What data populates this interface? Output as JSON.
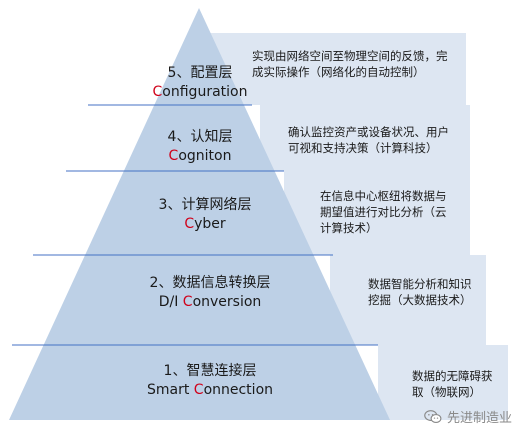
{
  "levels": [
    {
      "number": "5",
      "name_cn": "5、配置层",
      "name_en_first": "C",
      "name_en_rest": "onfiguration",
      "description": "实现由网络空间至物理空间的反馈，完成实际操作（网络化的自动控制）"
    },
    {
      "number": "4",
      "name_cn": "4、认知层",
      "name_en_first": "C",
      "name_en_rest": "ogniton",
      "description": "确认监控资产或设备状况、用户可视和支持决策（计算科技）"
    },
    {
      "number": "3",
      "name_cn": "3、计算网络层",
      "name_en_first": "C",
      "name_en_rest": "yber",
      "description": "在信息中心枢纽将数据与期望值进行对比分析（云计算技术）"
    },
    {
      "number": "2",
      "name_cn": "2、数据信息转换层",
      "name_en_first": "D/I ",
      "name_en_red": "C",
      "name_en_rest": "onversion",
      "description": "数据智能分析和知识挖掘（大数据技术）"
    },
    {
      "number": "1",
      "name_cn": "1、智慧连接层",
      "name_en_first": "Smart ",
      "name_en_red": "C",
      "name_en_rest": "onnection",
      "description": "数据的无障碍获取（物联网）"
    }
  ],
  "watermark": {
    "text": "先进制造业",
    "icon": "wechat-icon"
  },
  "colors": {
    "pyramid_fill": "#bdd0e6",
    "box_fill": "#dde6f2",
    "divider": "#4472c4",
    "accent_letter": "#d0021b"
  }
}
